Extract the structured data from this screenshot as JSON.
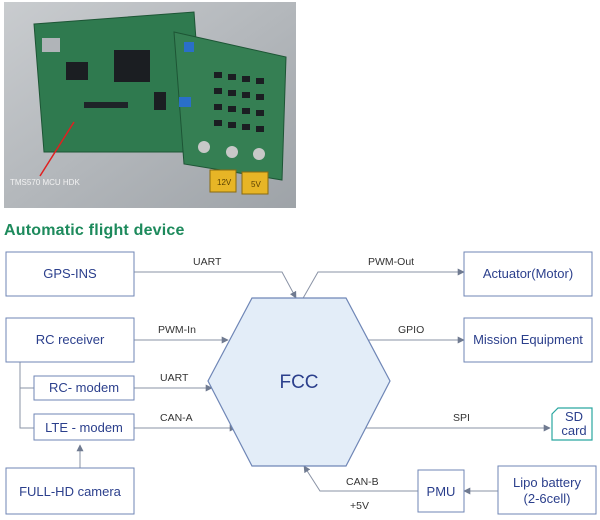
{
  "photo_caption": "TMS570 MCU HDK",
  "board_labels": [
    "12V",
    "5V"
  ],
  "heading": "Automatic flight device",
  "center": "FCC",
  "nodes": {
    "gps": "GPS-INS",
    "rc_receiver": "RC receiver",
    "rc_modem": "RC- modem",
    "lte_modem": "LTE - modem",
    "camera": "FULL-HD camera",
    "actuator": "Actuator(Motor)",
    "mission": "Mission Equipment",
    "sd_line1": "SD",
    "sd_line2": "card",
    "pmu": "PMU",
    "battery_line1": "Lipo battery",
    "battery_line2": "(2-6cell)"
  },
  "edges": {
    "gps_uart": "UART",
    "pwm_in": "PWM-In",
    "rc_uart": "UART",
    "can_a": "CAN-A",
    "pwm_out": "PWM-Out",
    "gpio": "GPIO",
    "spi": "SPI",
    "can_b": "CAN-B",
    "plus5v": "+5V"
  },
  "colors": {
    "heading": "#1d8a5c",
    "box_border": "#6f86b6",
    "box_text": "#2b3f8c",
    "fcc_fill": "#e3edf8",
    "line": "#8a93a6",
    "pcb": "#2f7a4f"
  }
}
